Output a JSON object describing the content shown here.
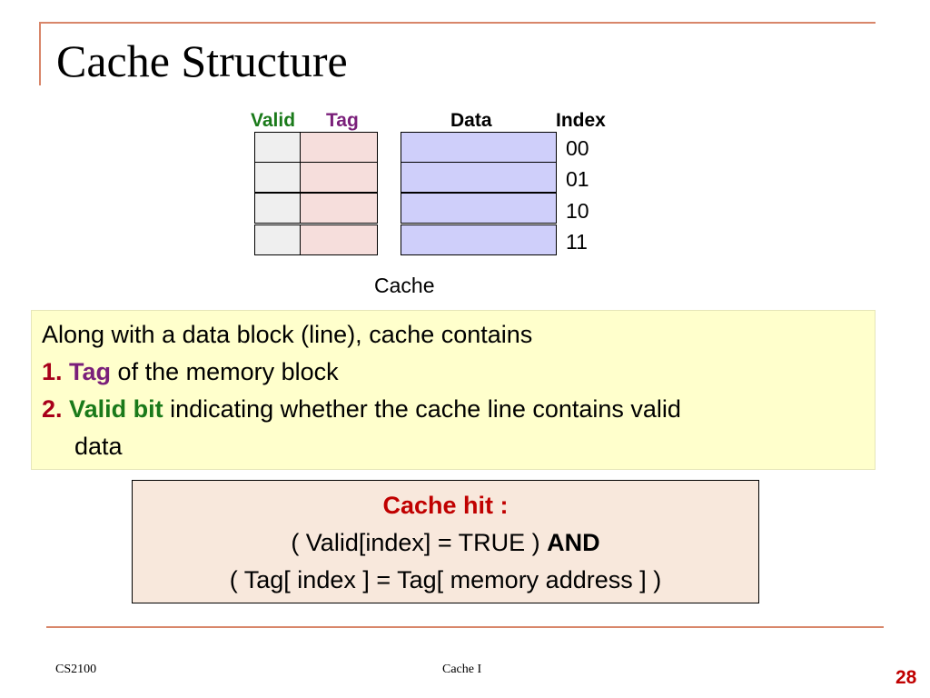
{
  "slide": {
    "title": "Cache Structure"
  },
  "cache_diagram": {
    "headers": {
      "valid": "Valid",
      "tag": "Tag",
      "data": "Data",
      "index": "Index"
    },
    "indices": [
      "00",
      "01",
      "10",
      "11"
    ],
    "caption": "Cache"
  },
  "info": {
    "intro": "Along with a data block (line), cache contains",
    "item1_num": "1.",
    "item1_keyword": "Tag",
    "item1_rest": " of the memory block",
    "item2_num": "2.",
    "item2_keyword": "Valid bit",
    "item2_rest": " indicating whether the cache line contains valid",
    "item2_cont": "data"
  },
  "hit": {
    "title": "Cache hit :",
    "line1_text": "( Valid[index] = TRUE ) ",
    "line1_bold": "AND",
    "line2": "( Tag[ index ] = Tag[ memory address ] )"
  },
  "footer": {
    "left": "CS2100",
    "center": "Cache I",
    "page": "28"
  },
  "colors": {
    "accent_rule": "#d8866a",
    "valid_green": "#1a7a1a",
    "tag_purple": "#7a1f7a",
    "hit_red": "#c00000",
    "info_bg": "#ffffcc",
    "hit_bg": "#f8e8dc",
    "valid_cell": "#efefef",
    "tag_cell": "#f6dedc",
    "data_cell": "#cfcffa"
  }
}
